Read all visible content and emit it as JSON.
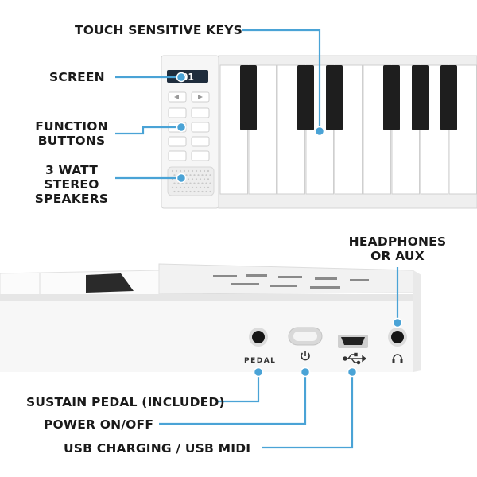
{
  "labels": {
    "touch_keys": "TOUCH SENSITIVE KEYS",
    "screen": "SCREEN",
    "function_buttons_1": "FUNCTION",
    "function_buttons_2": "BUTTONS",
    "speakers_1": "3 WATT",
    "speakers_2": "STEREO",
    "speakers_3": "SPEAKERS",
    "headphones_1": "HEADPHONES",
    "headphones_2": "OR AUX",
    "sustain_pedal": "SUSTAIN PEDAL (INCLUDED)",
    "power": "POWER ON/OFF",
    "usb": "USB CHARGING / USB MIDI"
  },
  "device": {
    "screen_value": "001",
    "pedal_port_label": "PEDAL"
  },
  "colors": {
    "callout_line": "#4aa3d6",
    "callout_dot": "#4aa3d6",
    "label_text": "#1a1a1a"
  },
  "icons": {
    "power": "power-icon",
    "usb": "usb-icon",
    "headphones": "headphones-icon"
  }
}
